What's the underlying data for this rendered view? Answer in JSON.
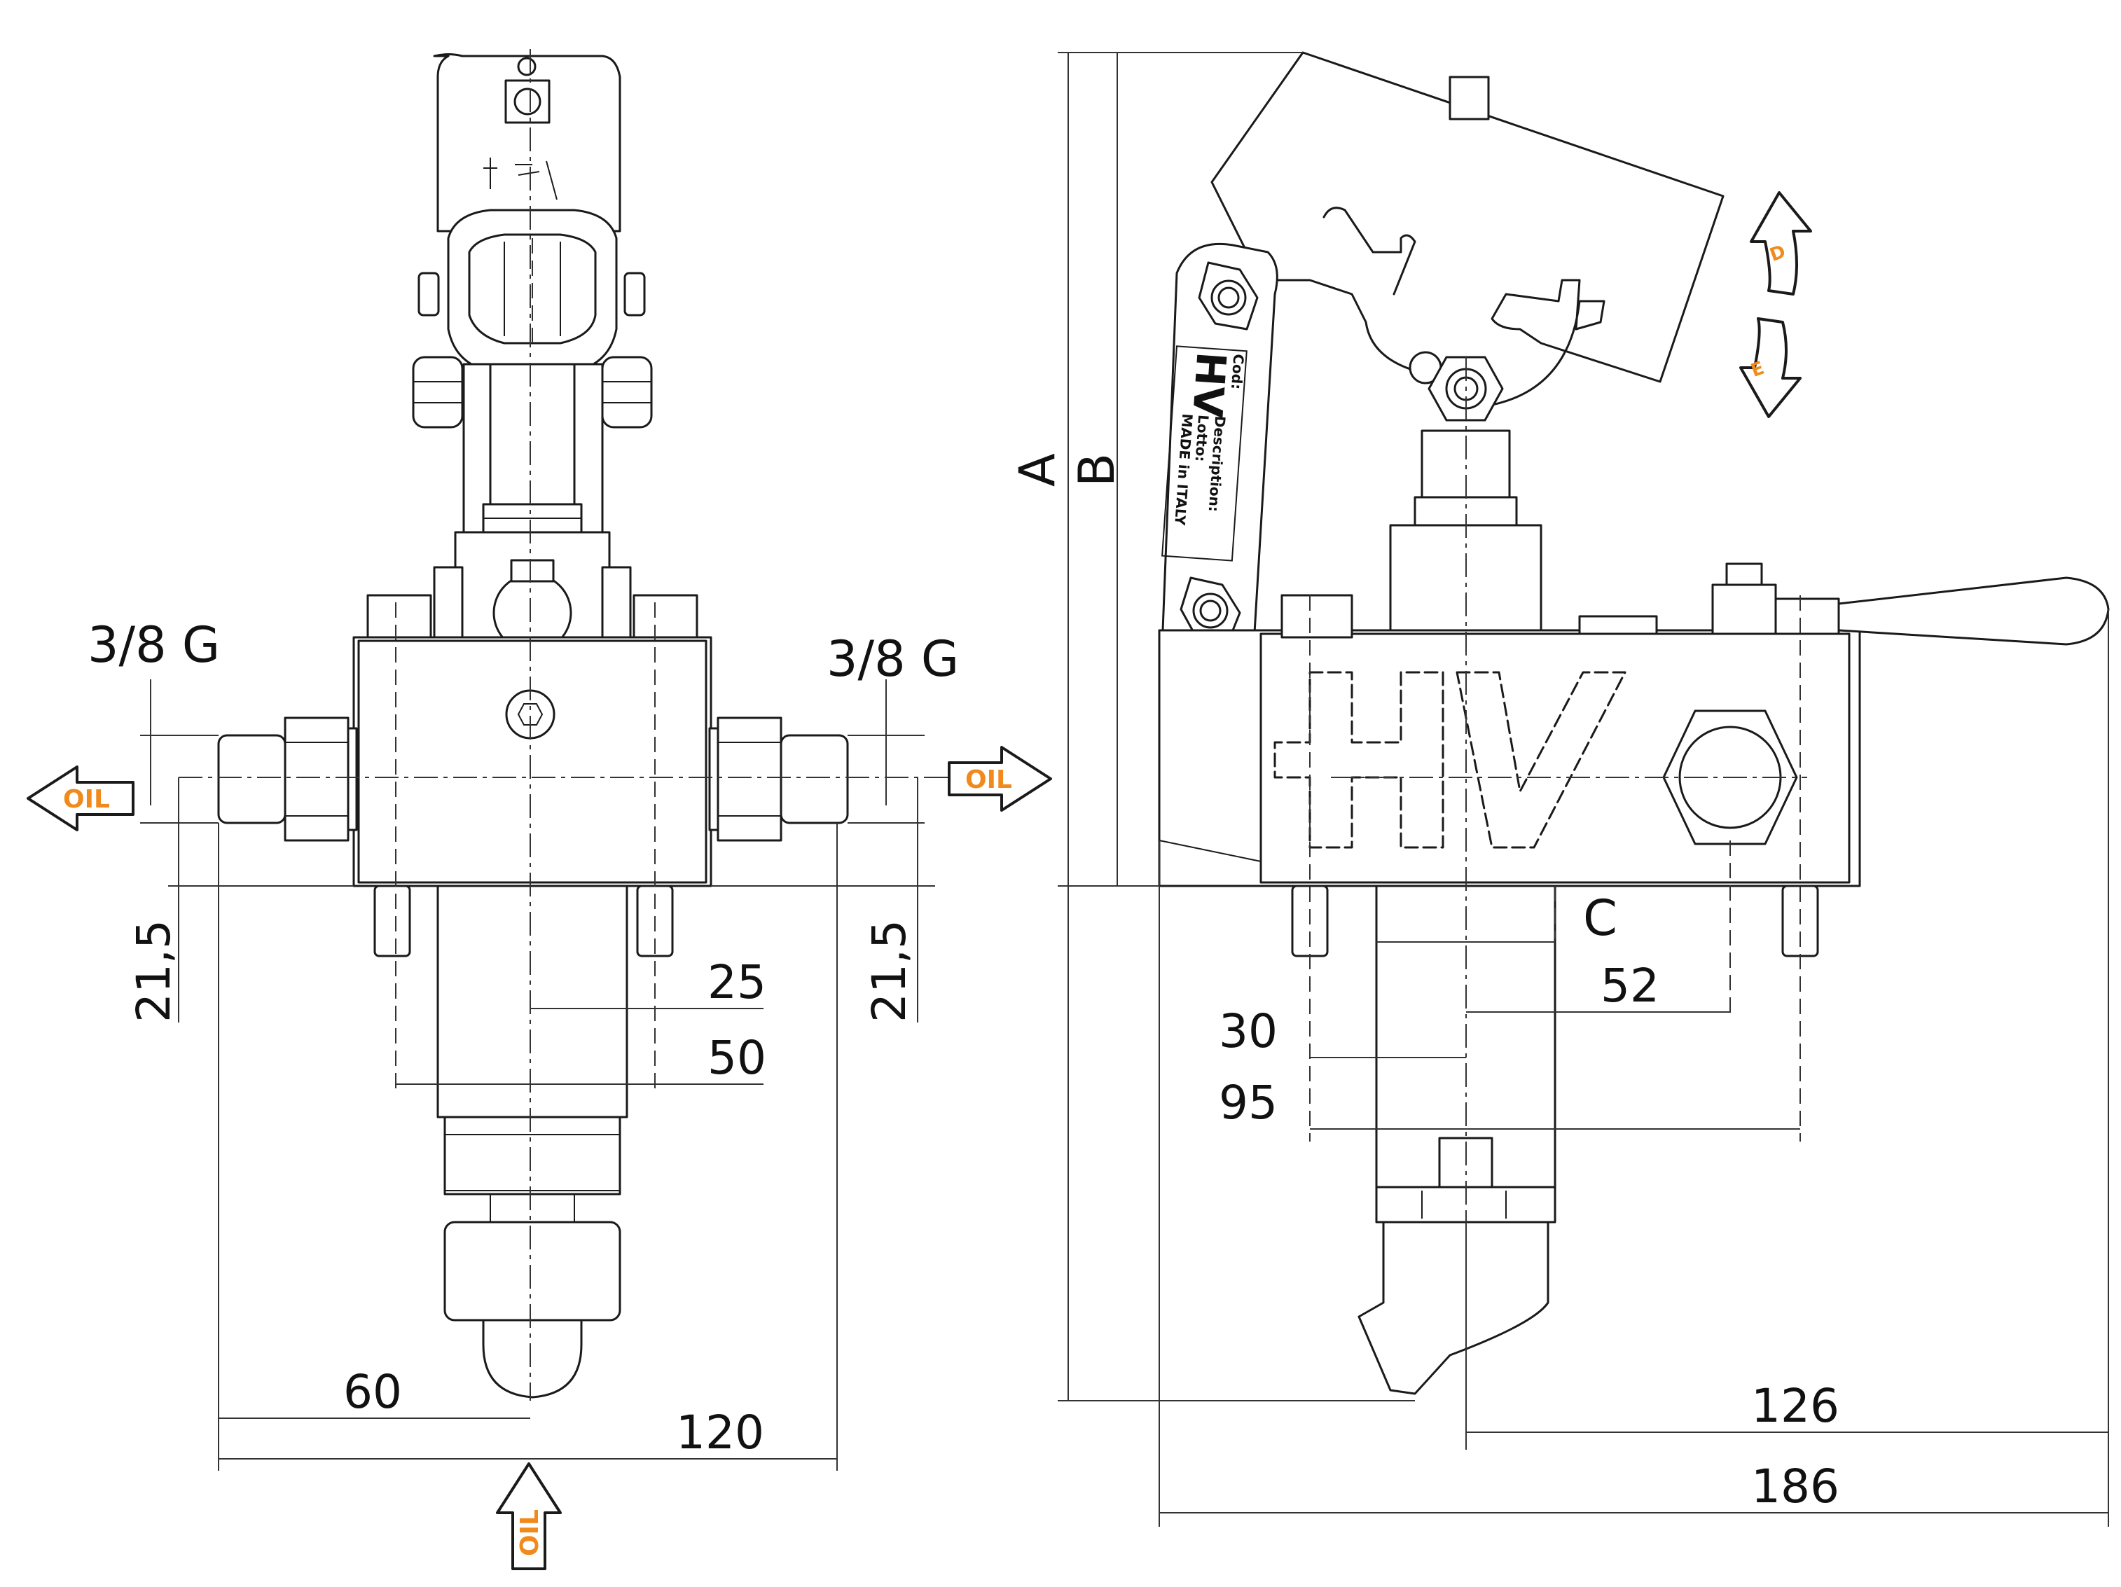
{
  "dimensions": {
    "port_left": "3/8 G",
    "port_right": "3/8 G",
    "height_left": "21,5",
    "height_right": "21,5",
    "d25": "25",
    "d50": "50",
    "d60": "60",
    "d120": "120",
    "A": "A",
    "B": "B",
    "C": "C",
    "d52": "52",
    "d30": "30",
    "d95": "95",
    "d126": "126",
    "d186": "186"
  },
  "flow_labels": {
    "oil_left": "OIL",
    "oil_right": "OIL",
    "oil_bottom": "OIL"
  },
  "direction_labels": {
    "d": "D",
    "e": "E"
  },
  "nameplate": {
    "logo": "HV",
    "description": "Description:",
    "cod": "Cod:",
    "lotto": "Lotto:",
    "made": "MADE in ITALY"
  },
  "body_logo": "HV",
  "colors": {
    "line": "#1a1a1a",
    "oil_text": "#f08a1c"
  }
}
